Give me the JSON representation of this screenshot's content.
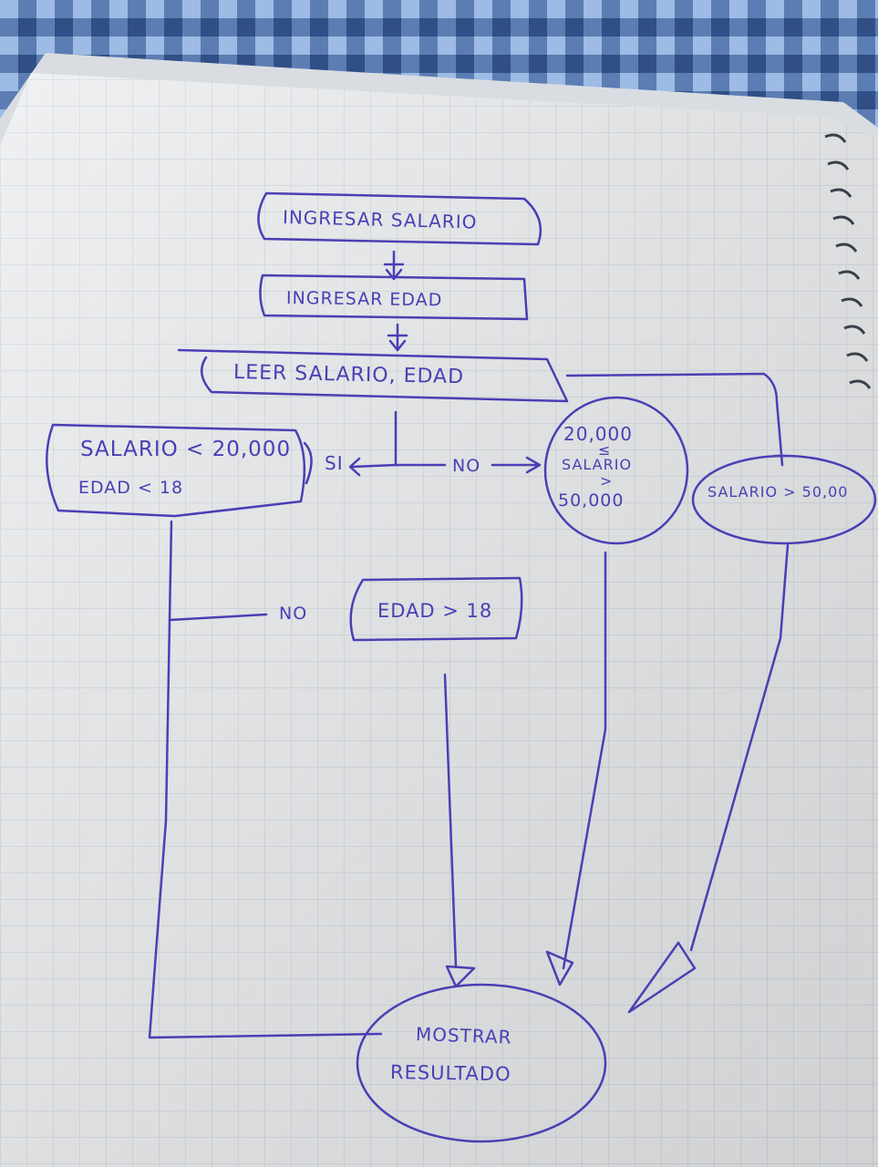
{
  "diagram": {
    "nodes": {
      "ingresar_salario": "INGRESAR SALARIO",
      "ingresar_edad": "INGRESAR EDAD",
      "leer": "LEER SALARIO, EDAD",
      "cond_menor": {
        "line1": "SALARIO < 20,000",
        "line2": "EDAD < 18"
      },
      "cond_medio": {
        "top": "20,000",
        "le": "≤",
        "mid": "SALARIO",
        "gt": ">",
        "bottom": "50,000"
      },
      "cond_mayor": "SALARIO > 50,00",
      "edad_mayor": "EDAD > 18",
      "mostrar": {
        "line1": "MOSTRAR",
        "line2": "RESULTADO"
      }
    },
    "edge_labels": {
      "si": "SI",
      "no_right": "NO",
      "no_left": "NO"
    }
  },
  "colors": {
    "ink": "#4a3fb5",
    "paper": "#eef0f1",
    "grid": "#c9cfd6",
    "cloth_light": "#8fb0de",
    "cloth_dark": "#2f4f86"
  }
}
